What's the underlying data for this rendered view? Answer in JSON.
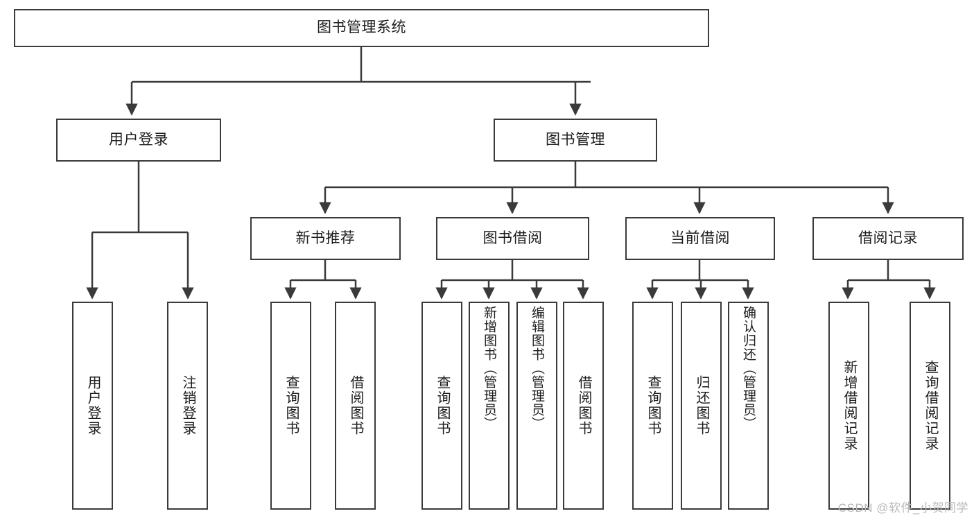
{
  "diagram": {
    "type": "tree-hierarchy-chart",
    "title": "图书管理系统",
    "watermark": "CSDN @软件_小贺同学",
    "colors": {
      "stroke": "#3a3a3a",
      "fill": "#ffffff",
      "text": "#1d1d1d",
      "watermark": "#b9b9b9"
    },
    "nodes": {
      "root": {
        "label": "图书管理系统"
      },
      "level1": [
        {
          "id": "user-login",
          "label": "用户登录"
        },
        {
          "id": "book-manage",
          "label": "图书管理"
        }
      ],
      "level2": [
        {
          "id": "new-book-recommend",
          "label": "新书推荐"
        },
        {
          "id": "book-borrow",
          "label": "图书借阅"
        },
        {
          "id": "current-borrow",
          "label": "当前借阅"
        },
        {
          "id": "borrow-record",
          "label": "借阅记录"
        }
      ],
      "leaves": {
        "user-login": [
          {
            "id": "leaf-user-login",
            "label": "用户登录"
          },
          {
            "id": "leaf-logout-login",
            "label": "注销登录"
          }
        ],
        "new-book-recommend": [
          {
            "id": "leaf-query-book-1",
            "label": "查询图书"
          },
          {
            "id": "leaf-borrow-book-1",
            "label": "借阅图书"
          }
        ],
        "book-borrow": [
          {
            "id": "leaf-query-book-2",
            "label": "查询图书"
          },
          {
            "id": "leaf-add-book",
            "label": "新增图书（管理员）"
          },
          {
            "id": "leaf-edit-book",
            "label": "编辑图书（管理员）"
          },
          {
            "id": "leaf-borrow-book-2",
            "label": "借阅图书"
          }
        ],
        "current-borrow": [
          {
            "id": "leaf-query-book-3",
            "label": "查询图书"
          },
          {
            "id": "leaf-return-book",
            "label": "归还图书"
          },
          {
            "id": "leaf-confirm-return",
            "label": "确认归还（管理员）"
          }
        ],
        "borrow-record": [
          {
            "id": "leaf-add-record",
            "label": "新增借阅记录"
          },
          {
            "id": "leaf-query-record",
            "label": "查询借阅记录"
          }
        ]
      }
    }
  }
}
